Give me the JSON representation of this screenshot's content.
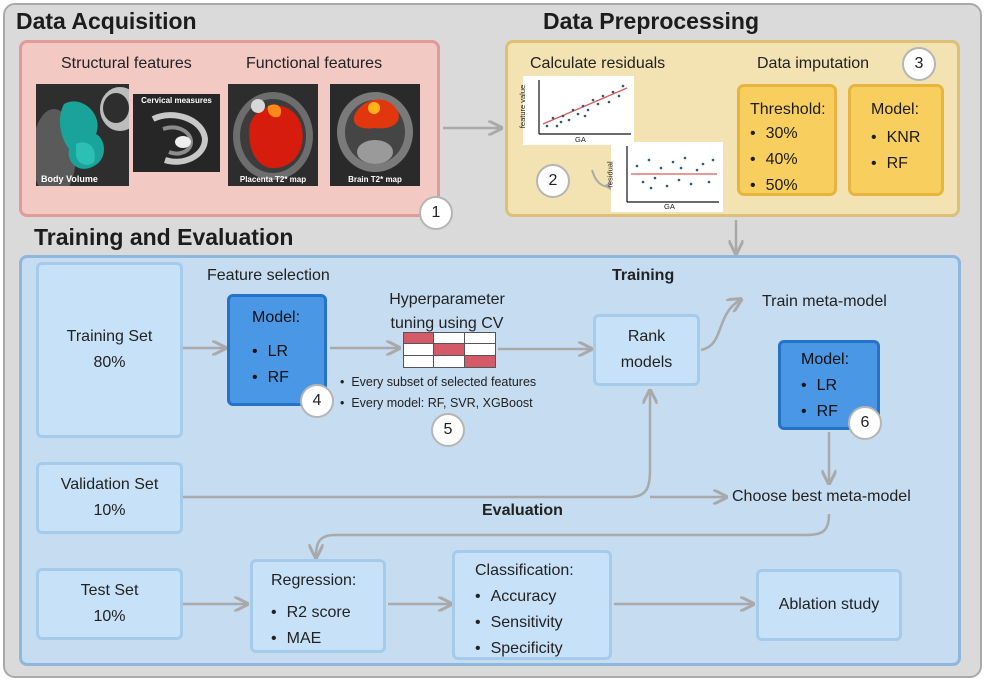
{
  "sections": {
    "acquisition": "Data Acquisition",
    "preprocessing": "Data Preprocessing",
    "training": "Training and Evaluation"
  },
  "acquisition": {
    "structural": "Structural features",
    "functional": "Functional features",
    "images": {
      "body_volume": "Body Volume",
      "cervical": "Cervical measures",
      "placenta": "Placenta T2* map",
      "brain": "Brain T2* map"
    },
    "badge": "1"
  },
  "preprocessing": {
    "residuals_title": "Calculate residuals",
    "imputation_title": "Data imputation",
    "plot1": {
      "ylabel": "feature value",
      "xlabel": "GA"
    },
    "plot2": {
      "ylabel": "residual",
      "xlabel": "GA"
    },
    "badge2": "2",
    "badge3": "3",
    "threshold": {
      "title": "Threshold:",
      "items": [
        "30%",
        "40%",
        "50%"
      ]
    },
    "model": {
      "title": "Model:",
      "items": [
        "KNR",
        "RF"
      ]
    }
  },
  "training": {
    "training_set": {
      "line1": "Training Set",
      "line2": "80%"
    },
    "validation_set": {
      "line1": "Validation Set",
      "line2": "10%"
    },
    "test_set": {
      "line1": "Test Set",
      "line2": "10%"
    },
    "feature_selection": "Feature selection",
    "fs_model": {
      "title": "Model:",
      "items": [
        "LR",
        "RF"
      ]
    },
    "badge4": "4",
    "hyper": {
      "line1": "Hyperparameter",
      "line2": "tuning using CV"
    },
    "bullets": [
      "Every subset of selected features",
      "Every model: RF, SVR, XGBoost"
    ],
    "badge5": "5",
    "training_label": "Training",
    "rank": {
      "line1": "Rank",
      "line2": "models"
    },
    "train_meta": "Train meta-model",
    "meta_model": {
      "title": "Model:",
      "items": [
        "LR",
        "RF"
      ]
    },
    "badge6": "6",
    "choose_best": "Choose best meta-model",
    "evaluation_label": "Evaluation",
    "regression": {
      "title": "Regression:",
      "items": [
        "R2 score",
        "MAE"
      ]
    },
    "classification": {
      "title": "Classification:",
      "items": [
        "Accuracy",
        "Sensitivity",
        "Specificity"
      ]
    },
    "ablation": "Ablation study"
  },
  "colors": {
    "acquisition_bg": "#f3c9c4",
    "preprocessing_bg": "#f3e2b2",
    "training_bg": "#c5dcf1",
    "blue_box": "#4a97e6",
    "yellow_box": "#f8cf5e",
    "fit_line": "#e05a5a",
    "arrow": "#a9a9a9"
  }
}
